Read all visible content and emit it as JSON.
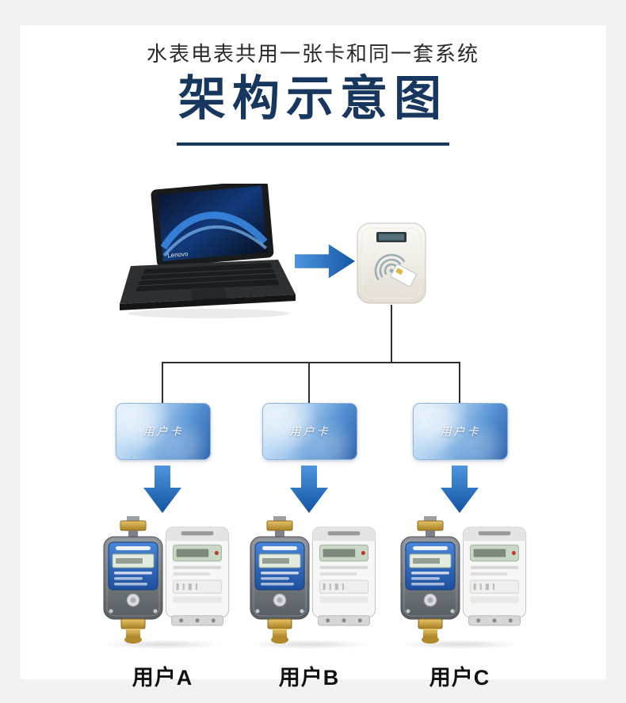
{
  "header": {
    "subtitle": "水表电表共用一张卡和同一套系统",
    "title": "架构示意图"
  },
  "laptop": {
    "brand": "Lenovo"
  },
  "cards": [
    {
      "label": "用户卡"
    },
    {
      "label": "用户卡"
    },
    {
      "label": "用户卡"
    }
  ],
  "users": [
    {
      "label": "用户A"
    },
    {
      "label": "用户B"
    },
    {
      "label": "用户C"
    }
  ],
  "colors": {
    "title": "#17375e",
    "arrow": "#1f63b8",
    "line": "#2f2f2f",
    "card_gradient_start": "#ddeefb",
    "card_gradient_end": "#2a62ac",
    "background": "#f2f2f2",
    "panel": "#ffffff"
  }
}
